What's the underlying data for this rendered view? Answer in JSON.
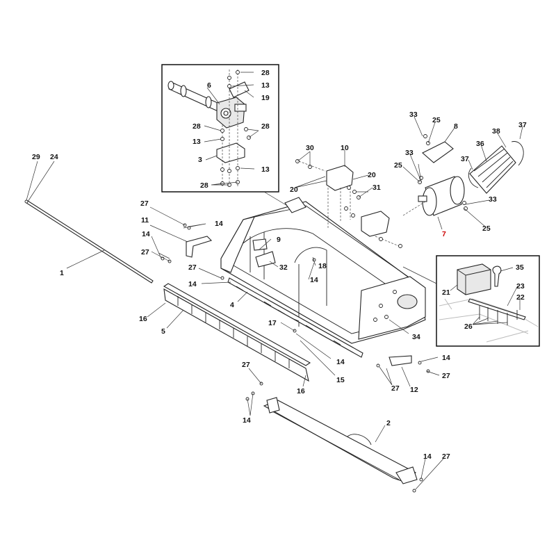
{
  "colors": {
    "line": "#222222",
    "highlight_callout": "#cc0000",
    "background": "#ffffff"
  },
  "callouts": [
    {
      "key": "c1",
      "label": "1"
    },
    {
      "key": "c2",
      "label": "2"
    },
    {
      "key": "c3",
      "label": "3"
    },
    {
      "key": "c4",
      "label": "4"
    },
    {
      "key": "c5",
      "label": "5"
    },
    {
      "key": "c6",
      "label": "6"
    },
    {
      "key": "c7",
      "label": "7",
      "highlight": true
    },
    {
      "key": "c8",
      "label": "8"
    },
    {
      "key": "c9",
      "label": "9"
    },
    {
      "key": "c10",
      "label": "10"
    },
    {
      "key": "c11",
      "label": "11"
    },
    {
      "key": "c12",
      "label": "12"
    },
    {
      "key": "c13a",
      "label": "13"
    },
    {
      "key": "c13b",
      "label": "13"
    },
    {
      "key": "c13c",
      "label": "13"
    },
    {
      "key": "c14a",
      "label": "14"
    },
    {
      "key": "c14b",
      "label": "14"
    },
    {
      "key": "c14c",
      "label": "14"
    },
    {
      "key": "c14d",
      "label": "14"
    },
    {
      "key": "c14e",
      "label": "14"
    },
    {
      "key": "c14f",
      "label": "14"
    },
    {
      "key": "c14g",
      "label": "14"
    },
    {
      "key": "c14h",
      "label": "14"
    },
    {
      "key": "c15",
      "label": "15"
    },
    {
      "key": "c16a",
      "label": "16"
    },
    {
      "key": "c16b",
      "label": "16"
    },
    {
      "key": "c17",
      "label": "17"
    },
    {
      "key": "c18",
      "label": "18"
    },
    {
      "key": "c19",
      "label": "19"
    },
    {
      "key": "c20a",
      "label": "20"
    },
    {
      "key": "c20b",
      "label": "20"
    },
    {
      "key": "c21",
      "label": "21"
    },
    {
      "key": "c22",
      "label": "22"
    },
    {
      "key": "c23",
      "label": "23"
    },
    {
      "key": "c24",
      "label": "24"
    },
    {
      "key": "c25a",
      "label": "25"
    },
    {
      "key": "c25b",
      "label": "25"
    },
    {
      "key": "c25c",
      "label": "25"
    },
    {
      "key": "c26",
      "label": "26"
    },
    {
      "key": "c27a",
      "label": "27"
    },
    {
      "key": "c27b",
      "label": "27"
    },
    {
      "key": "c27c",
      "label": "27"
    },
    {
      "key": "c27d",
      "label": "27"
    },
    {
      "key": "c27e",
      "label": "27"
    },
    {
      "key": "c27f",
      "label": "27"
    },
    {
      "key": "c27g",
      "label": "27"
    },
    {
      "key": "c28a",
      "label": "28"
    },
    {
      "key": "c28b",
      "label": "28"
    },
    {
      "key": "c28c",
      "label": "28"
    },
    {
      "key": "c28d",
      "label": "28"
    },
    {
      "key": "c29",
      "label": "29"
    },
    {
      "key": "c30",
      "label": "30"
    },
    {
      "key": "c31",
      "label": "31"
    },
    {
      "key": "c32",
      "label": "32"
    },
    {
      "key": "c33a",
      "label": "33"
    },
    {
      "key": "c33b",
      "label": "33"
    },
    {
      "key": "c33c",
      "label": "33"
    },
    {
      "key": "c34",
      "label": "34"
    },
    {
      "key": "c35",
      "label": "35"
    },
    {
      "key": "c36",
      "label": "36"
    },
    {
      "key": "c37a",
      "label": "37"
    },
    {
      "key": "c37b",
      "label": "37"
    },
    {
      "key": "c38",
      "label": "38"
    }
  ]
}
